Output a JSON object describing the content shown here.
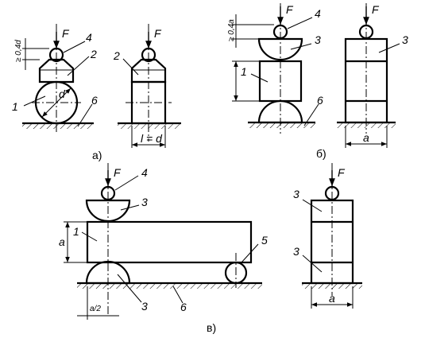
{
  "panel_a": {
    "caption": "а)",
    "force": "F",
    "dim_gap": "≥ 0,4d",
    "dim_diam": "d",
    "dim_len": "l = d",
    "labels": {
      "n1": "1",
      "n2": "2",
      "n4": "4",
      "n6": "6",
      "n2b": "2"
    }
  },
  "panel_b": {
    "caption": "б)",
    "force": "F",
    "dim_gap": "≥ 0,4a",
    "dim_width": "a",
    "labels": {
      "n1": "1",
      "n3": "3",
      "n4": "4",
      "n6": "6",
      "n3b": "3"
    }
  },
  "panel_c": {
    "caption": "в)",
    "force": "F",
    "dim_height": "a",
    "dim_half": "a/2",
    "dim_width": "a",
    "labels": {
      "n1": "1",
      "n3": "3",
      "n4": "4",
      "n5": "5",
      "n3b": "3",
      "n6": "6",
      "n3c": "3",
      "n3d": "3"
    }
  }
}
